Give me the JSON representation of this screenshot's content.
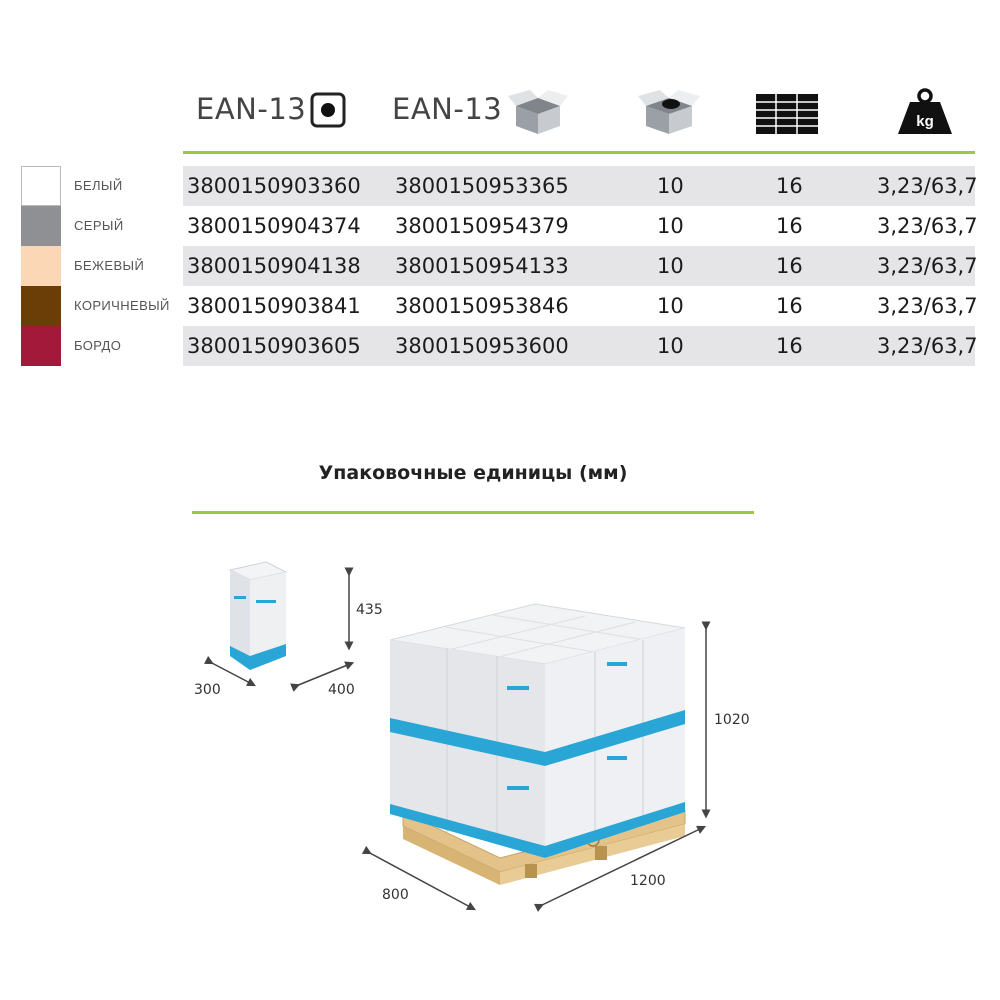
{
  "table": {
    "headers": {
      "ean_unit": "EAN-13",
      "ean_box": "EAN-13",
      "unit_icon": "dot-square-icon",
      "box_icon": "open-box-icon",
      "qty_box_icon": "box-with-item-icon",
      "pallet_icon": "pallet-stack-icon",
      "weight_icon": "kg-weight-icon",
      "weight_icon_text": "kg"
    },
    "rows": [
      {
        "color_name": "БЕЛЫЙ",
        "swatch": "#ffffff",
        "ean_unit": "3800150903360",
        "ean_box": "3800150953365",
        "qty_box": "10",
        "qty_pallet": "16",
        "weight": "3,23/63,7"
      },
      {
        "color_name": "СЕРЫЙ",
        "swatch": "#8e9093",
        "ean_unit": "3800150904374",
        "ean_box": "3800150954379",
        "qty_box": "10",
        "qty_pallet": "16",
        "weight": "3,23/63,7"
      },
      {
        "color_name": "БЕЖЕВЫЙ",
        "swatch": "#fcd7b6",
        "ean_unit": "3800150904138",
        "ean_box": "3800150954133",
        "qty_box": "10",
        "qty_pallet": "16",
        "weight": "3,23/63,7"
      },
      {
        "color_name": "КОРИЧНЕВЫЙ",
        "swatch": "#6b3e08",
        "ean_unit": "3800150903841",
        "ean_box": "3800150953846",
        "qty_box": "10",
        "qty_pallet": "16",
        "weight": "3,23/63,7"
      },
      {
        "color_name": "БОРДО",
        "swatch": "#a3193a",
        "ean_unit": "3800150903605",
        "ean_box": "3800150953600",
        "qty_box": "10",
        "qty_pallet": "16",
        "weight": "3,23/63,7"
      }
    ]
  },
  "packaging": {
    "title": "Упаковочные единицы (мм)",
    "box": {
      "height": "435",
      "depth": "300",
      "width": "400"
    },
    "pallet": {
      "height": "1020",
      "depth": "800",
      "width": "1200"
    }
  },
  "colors": {
    "accent_green": "#9dc83d",
    "row_shade": "#e5e5e8",
    "box_blue": "#2aa6d6"
  }
}
